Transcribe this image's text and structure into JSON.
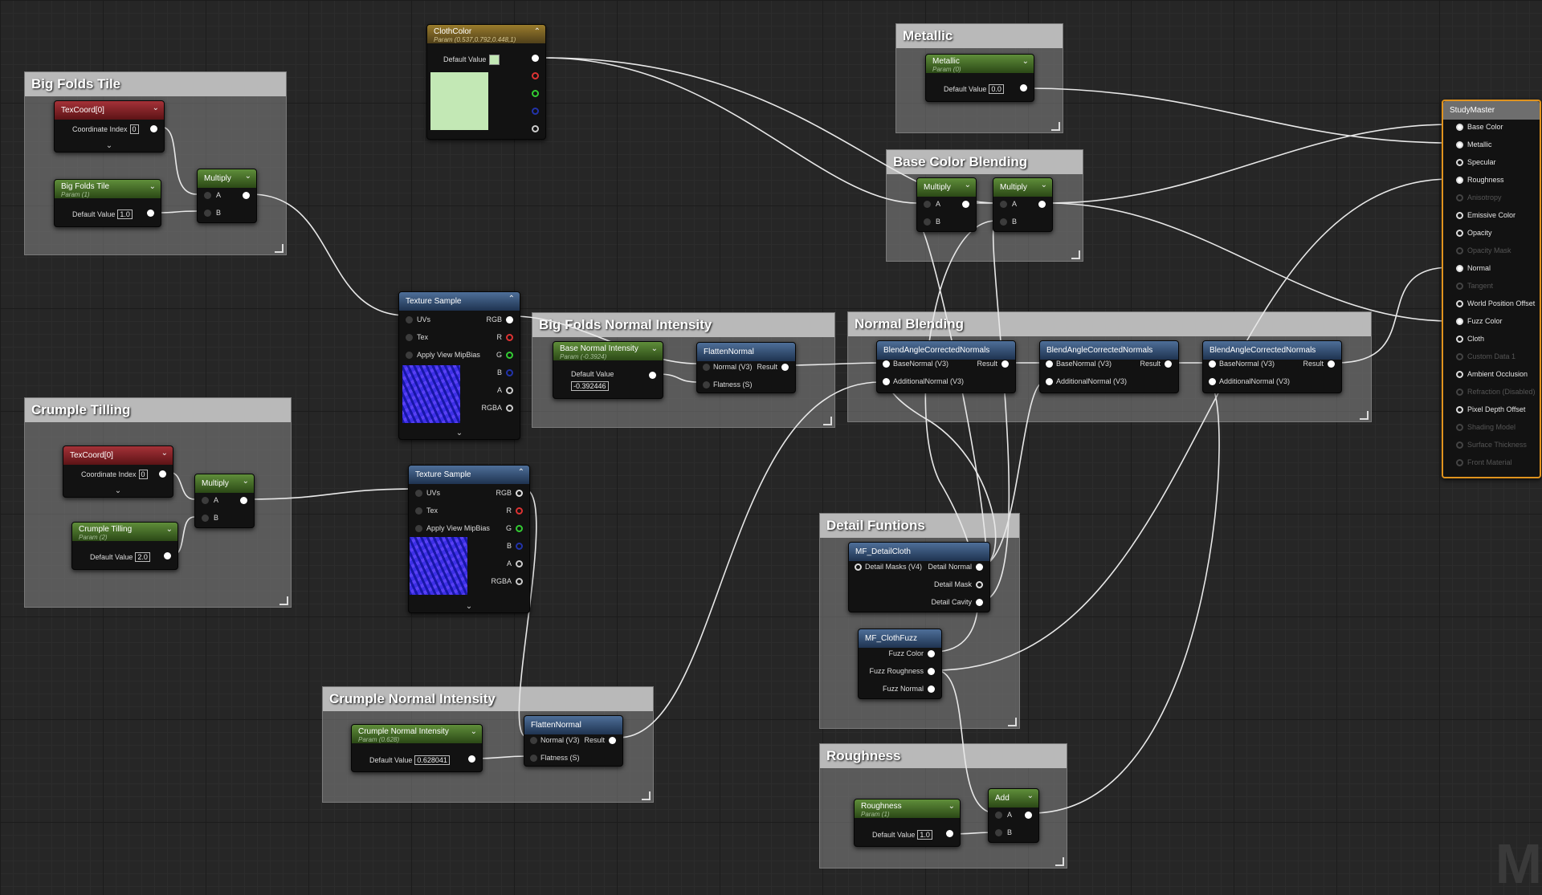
{
  "comments": {
    "big_folds_tile": "Big Folds Tile",
    "crumple_tilling": "Crumple Tilling",
    "metallic": "Metallic",
    "base_color_blending": "Base Color Blending",
    "big_folds_normal_intensity": "Big Folds Normal Intensity",
    "normal_blending": "Normal Blending",
    "detail_funtions": "Detail Funtions",
    "crumple_normal_intensity": "Crumple Normal Intensity",
    "roughness": "Roughness"
  },
  "nodes": {
    "texcoord1": {
      "title": "TexCoord[0]",
      "label": "Coordinate Index",
      "value": "0"
    },
    "texcoord2": {
      "title": "TexCoord[0]",
      "label": "Coordinate Index",
      "value": "0"
    },
    "big_folds_param": {
      "title": "Big Folds Tile",
      "subtitle": "Param (1)",
      "label": "Default Value",
      "value": "1.0"
    },
    "crumple_param": {
      "title": "Crumple Tilling",
      "subtitle": "Param (2)",
      "label": "Default Value",
      "value": "2.0"
    },
    "multiply": {
      "title": "Multiply",
      "a": "A",
      "b": "B"
    },
    "cloth_color": {
      "title": "ClothColor",
      "subtitle": "Param (0.537,0.792,0.448,1)",
      "label": "Default Value",
      "swatch": "#c3e8b5"
    },
    "metallic_param": {
      "title": "Metallic",
      "subtitle": "Param (0)",
      "label": "Default Value",
      "value": "0.0"
    },
    "texture_sample": {
      "title": "Texture Sample",
      "pins_in": [
        "UVs",
        "Tex",
        "Apply View MipBias"
      ],
      "pins_out": [
        "RGB",
        "R",
        "G",
        "B",
        "A",
        "RGBA"
      ]
    },
    "base_normal_param": {
      "title": "Base Normal Intensity",
      "subtitle": "Param (-0.3924)",
      "label": "Default Value",
      "value": "-0.392446"
    },
    "flatten_normal": {
      "title": "FlattenNormal",
      "in1": "Normal (V3)",
      "in2": "Flatness (S)",
      "out": "Result"
    },
    "blend_normals": {
      "title": "BlendAngleCorrectedNormals",
      "in1": "BaseNormal (V3)",
      "in2": "AdditionalNormal (V3)",
      "out": "Result"
    },
    "detail_cloth": {
      "title": "MF_DetailCloth",
      "in": "Detail Masks (V4)",
      "outs": [
        "Detail Normal",
        "Detail Mask",
        "Detail Cavity"
      ]
    },
    "cloth_fuzz": {
      "title": "MF_ClothFuzz",
      "outs": [
        "Fuzz Color",
        "Fuzz Roughness",
        "Fuzz Normal"
      ]
    },
    "crumple_normal_param": {
      "title": "Crumple Normal Intensity",
      "subtitle": "Param (0.628)",
      "label": "Default Value",
      "value": "0.628041"
    },
    "roughness_param": {
      "title": "Roughness",
      "subtitle": "Param (1)",
      "label": "Default Value",
      "value": "1.0"
    },
    "add": {
      "title": "Add",
      "a": "A",
      "b": "B"
    }
  },
  "study_master": {
    "title": "StudyMaster",
    "pins": [
      {
        "label": "Base Color",
        "enabled": true
      },
      {
        "label": "Metallic",
        "enabled": true
      },
      {
        "label": "Specular",
        "enabled": true
      },
      {
        "label": "Roughness",
        "enabled": true
      },
      {
        "label": "Anisotropy",
        "enabled": false
      },
      {
        "label": "Emissive Color",
        "enabled": true
      },
      {
        "label": "Opacity",
        "enabled": true
      },
      {
        "label": "Opacity Mask",
        "enabled": false
      },
      {
        "label": "Normal",
        "enabled": true
      },
      {
        "label": "Tangent",
        "enabled": false
      },
      {
        "label": "World Position Offset",
        "enabled": true
      },
      {
        "label": "Fuzz Color",
        "enabled": true
      },
      {
        "label": "Cloth",
        "enabled": true
      },
      {
        "label": "Custom Data 1",
        "enabled": false
      },
      {
        "label": "Ambient Occlusion",
        "enabled": true
      },
      {
        "label": "Refraction (Disabled)",
        "enabled": false
      },
      {
        "label": "Pixel Depth Offset",
        "enabled": true
      },
      {
        "label": "Shading Model",
        "enabled": false
      },
      {
        "label": "Surface Thickness",
        "enabled": false
      },
      {
        "label": "Front Material",
        "enabled": false
      }
    ]
  },
  "watermark": "M"
}
